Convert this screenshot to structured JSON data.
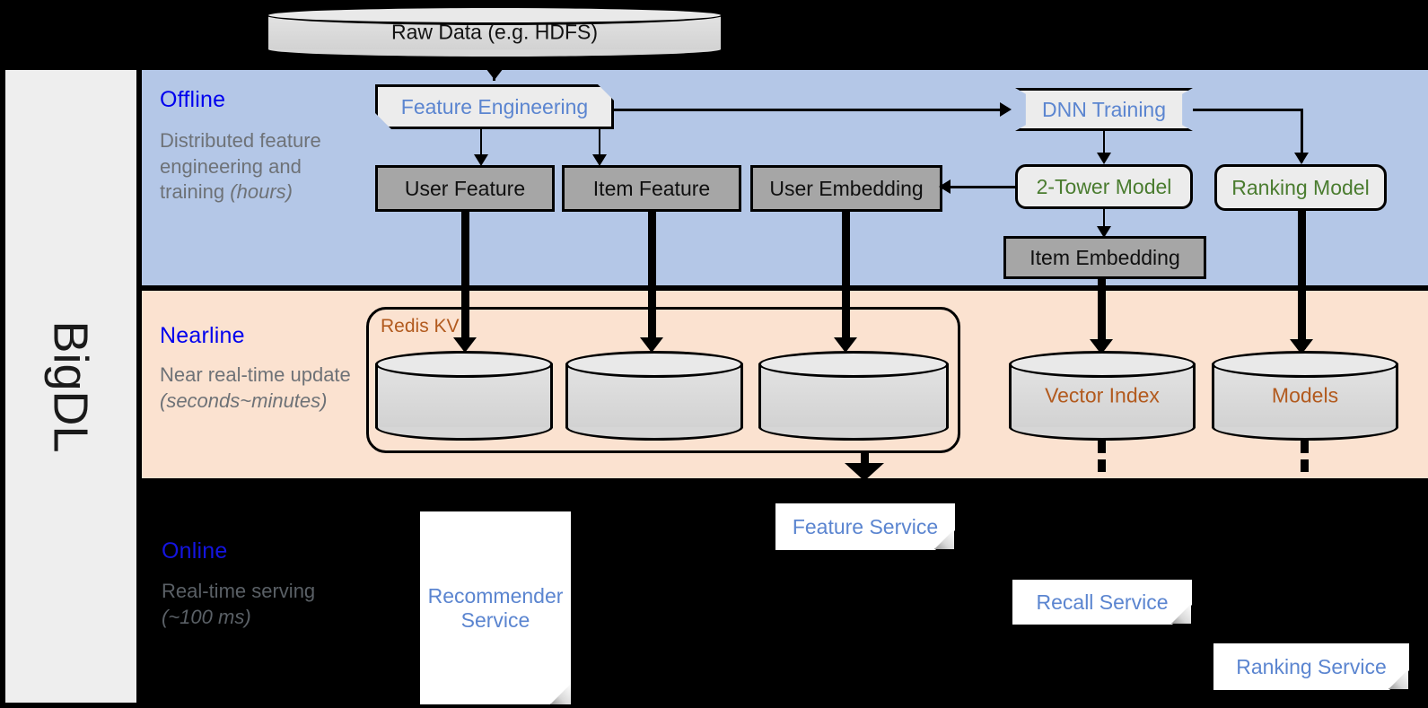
{
  "platform": {
    "name": "BigDL"
  },
  "colors": {
    "offline_band": "#b4c7e7",
    "nearline_band": "#fbe2d0",
    "online_band": "#000000",
    "band_title": "#0000ee",
    "blue_text": "#5b85d0",
    "green_text": "#4a7c2f",
    "orange_text": "#b25a1e",
    "grey_box": "#a6a6a6",
    "proc_box": "#ececec",
    "rail": "#eeeeee"
  },
  "source": {
    "raw_data": "Raw Data (e.g. HDFS)"
  },
  "bands": [
    {
      "id": "offline",
      "title": "Offline",
      "subtitle_plain": "Distributed feature engineering and training ",
      "subtitle_italic": "(hours)"
    },
    {
      "id": "nearline",
      "title": "Nearline",
      "subtitle_plain": "Near real-time update ",
      "subtitle_italic": "(seconds~minutes)"
    },
    {
      "id": "online",
      "title": "Online",
      "subtitle_plain": "Real-time serving ",
      "subtitle_italic": "(~100 ms)"
    }
  ],
  "offline": {
    "nodes": {
      "feature_engineering": "Feature Engineering",
      "dnn_training": "DNN Training",
      "user_feature": "User Feature",
      "item_feature": "Item Feature",
      "user_embedding": "User Embedding",
      "two_tower_model": "2-Tower Model",
      "ranking_model": "Ranking Model",
      "item_embedding": "Item Embedding"
    }
  },
  "nearline": {
    "group_label": "Redis KV",
    "stores": [
      {
        "label": ""
      },
      {
        "label": ""
      },
      {
        "label": ""
      },
      {
        "label": "Vector Index"
      },
      {
        "label": "Models"
      }
    ]
  },
  "online": {
    "services": [
      {
        "label": "Recommender Service"
      },
      {
        "label": "Feature Service"
      },
      {
        "label": "Recall Service"
      },
      {
        "label": "Ranking Service"
      }
    ]
  }
}
